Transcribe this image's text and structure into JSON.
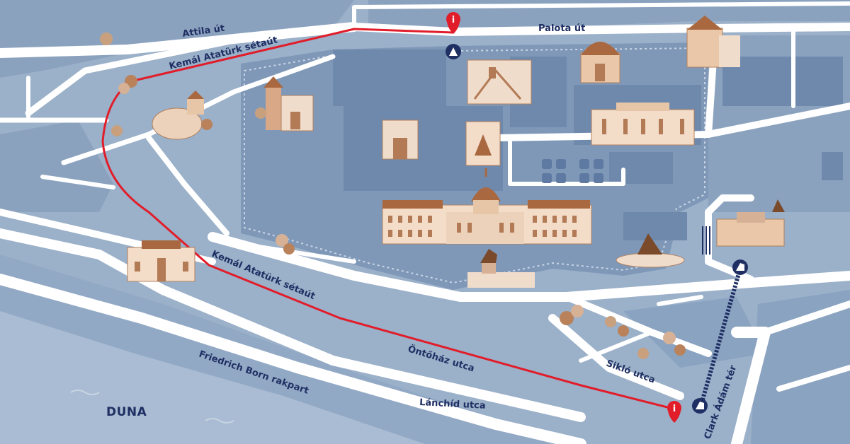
{
  "map": {
    "river_label": "DUNA",
    "streets": {
      "attila": "Attila út",
      "palota": "Palota út",
      "kemal_top": "Kemál Atatürk sétaút",
      "kemal_mid": "Kemál Atatürk sétaút",
      "ontohaz": "Öntőház utca",
      "friedrich": "Friedrich Born rakpart",
      "lanchid": "Lánchíd utca",
      "siklo": "Sikló utca",
      "clark": "Clark Ádám tér"
    },
    "colors": {
      "route": "#e11d2a",
      "marker": "#e11d2a",
      "icon_circle": "#1f2f63",
      "road": "#ffffff",
      "block": "#8ea5c1",
      "water": "#9bb0c9",
      "park": "#8aa3c0"
    },
    "icons": [
      "info-marker",
      "museum-icon",
      "funicular-icon"
    ]
  }
}
